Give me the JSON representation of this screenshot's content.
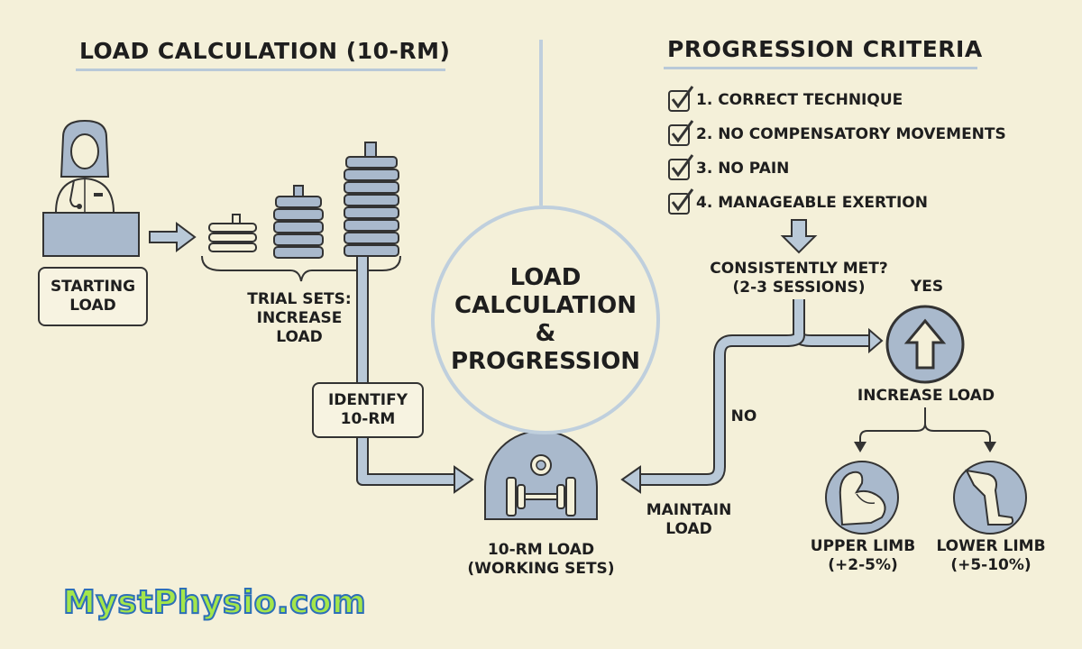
{
  "titles": {
    "load_calc": "LOAD CALCULATION (10-RM)",
    "progression": "PROGRESSION CRITERIA"
  },
  "center": {
    "line1": "LOAD",
    "line2": "CALCULATION",
    "line3": "&",
    "line4": "PROGRESSION"
  },
  "labels": {
    "starting_load": [
      "STARTING",
      "LOAD"
    ],
    "trial_sets": [
      "TRIAL SETS:",
      "INCREASE",
      "LOAD"
    ],
    "identify": [
      "IDENTIFY",
      "10-RM"
    ],
    "working_sets": [
      "10-RM LOAD",
      "(WORKING SETS)"
    ],
    "consistently": [
      "CONSISTENTLY MET?",
      "(2-3 SESSIONS)"
    ],
    "yes": "YES",
    "no": "NO",
    "maintain": [
      "MAINTAIN",
      "LOAD"
    ],
    "increase": "INCREASE LOAD",
    "upper": [
      "UPPER LIMB",
      "(+2-5%)"
    ],
    "lower": [
      "LOWER LIMB",
      "(+5-10%)"
    ]
  },
  "criteria": [
    "1. CORRECT TECHNIQUE",
    "2. NO COMPENSATORY MOVEMENTS",
    "3. NO PAIN",
    "4. MANAGEABLE EXERTION"
  ],
  "brand": "MystPhysio.com",
  "colors": {
    "background": "#f4f0d9",
    "accent": "#b9c9d8",
    "icon_fill": "#a9b9cc",
    "ink": "#333333",
    "brand_fill": "#a4e64a",
    "brand_outline": "#2d6fb8"
  }
}
